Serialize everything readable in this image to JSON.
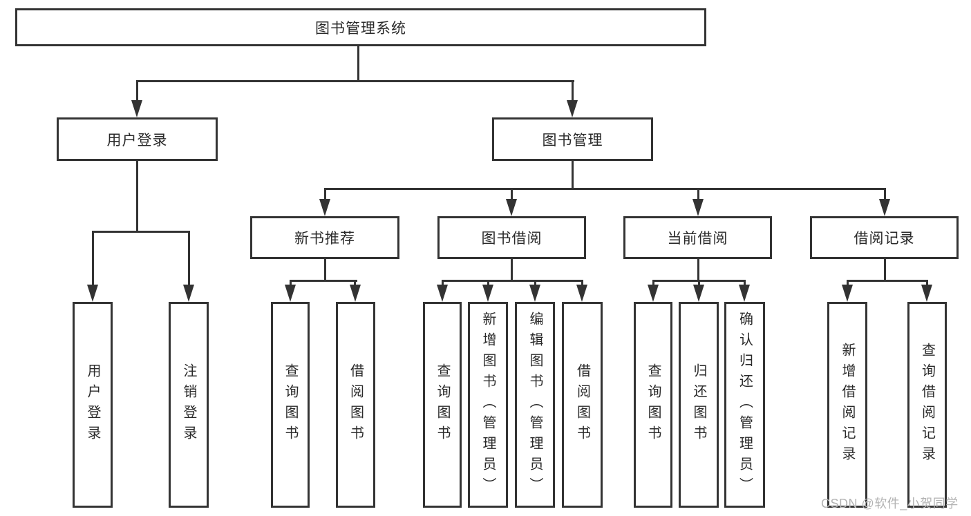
{
  "diagram_title": "图书管理系统",
  "tree": {
    "label": "图书管理系统",
    "children": [
      {
        "label": "用户登录",
        "children": [
          {
            "label": "用户登录"
          },
          {
            "label": "注销登录"
          }
        ]
      },
      {
        "label": "图书管理",
        "children": [
          {
            "label": "新书推荐",
            "children": [
              {
                "label": "查询图书"
              },
              {
                "label": "借阅图书"
              }
            ]
          },
          {
            "label": "图书借阅",
            "children": [
              {
                "label": "查询图书"
              },
              {
                "label": "新增图书（管理员）"
              },
              {
                "label": "编辑图书（管理员）"
              },
              {
                "label": "借阅图书"
              }
            ]
          },
          {
            "label": "当前借阅",
            "children": [
              {
                "label": "查询图书"
              },
              {
                "label": "归还图书"
              },
              {
                "label": "确认归还（管理员）"
              }
            ]
          },
          {
            "label": "借阅记录",
            "children": [
              {
                "label": "新增借阅记录"
              },
              {
                "label": "查询借阅记录"
              }
            ]
          }
        ]
      }
    ]
  },
  "watermark": {
    "text": "CSDN @软件_小贺同学"
  },
  "colors": {
    "line": "#333333",
    "box_border": "#333333",
    "text": "#2a2a2a",
    "watermark": "#b3b3b3",
    "background": "#ffffff"
  }
}
